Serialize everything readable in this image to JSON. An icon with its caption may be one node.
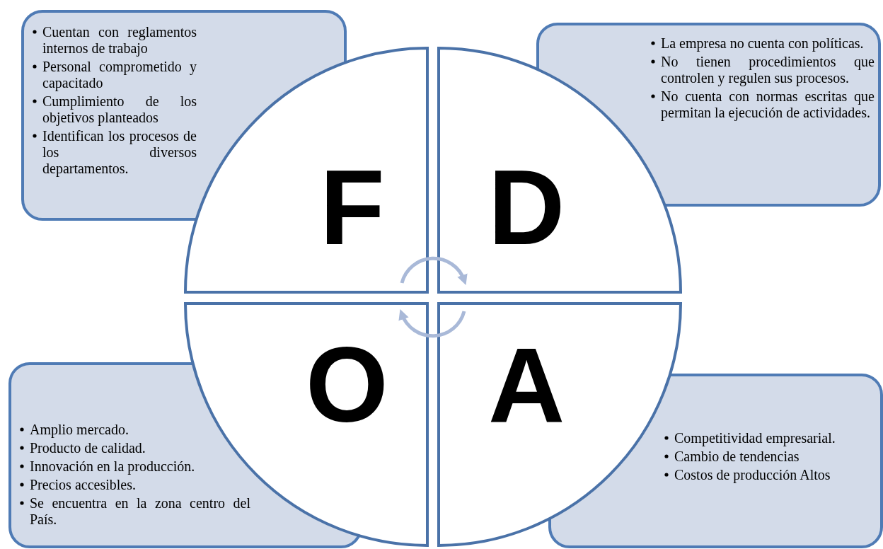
{
  "diagram": {
    "nodes": [
      {
        "text": [
          "Cuentan con reglamentos internos de trabajo",
          "Personal comprometido y capacitado",
          "Cumplimiento de los objetivos planteados",
          "Identifican los procesos de los diversos departamentos."
        ]
      },
      {
        "text": [
          "La empresa no cuenta con políticas.",
          "No tienen procedimientos que controlen y regulen sus procesos.",
          "No cuenta con normas escritas que permitan la ejecución de actividades."
        ]
      },
      {
        "text": [
          "Amplio mercado.",
          "Producto de calidad.",
          "Innovación en la producción.",
          "Precios accesibles.",
          "Se encuentra en la zona centro del País."
        ]
      },
      {
        "text": [
          "Competitividad empresarial.",
          "Cambio de tendencias",
          "Costos de producción Altos"
        ]
      },
      {
        "text": [
          "F"
        ]
      },
      {
        "text": [
          "D"
        ]
      },
      {
        "text": [
          "O"
        ]
      },
      {
        "text": [
          "A"
        ]
      }
    ],
    "edges": [
      {
        "from": 4,
        "to": 5,
        "arrow": "to"
      },
      {
        "from": 7,
        "to": 6,
        "arrow": "to"
      }
    ]
  }
}
